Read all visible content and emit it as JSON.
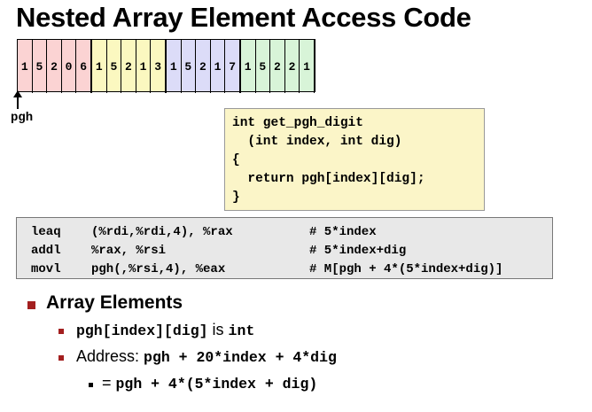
{
  "slide": {
    "title": "Nested Array Element Access Code"
  },
  "array": {
    "groups": [
      {
        "color": "#fbd3d3",
        "digits": [
          "1",
          "5",
          "2",
          "0",
          "6"
        ]
      },
      {
        "color": "#fbf8c0",
        "digits": [
          "1",
          "5",
          "2",
          "1",
          "3"
        ]
      },
      {
        "color": "#dcdcf8",
        "digits": [
          "1",
          "5",
          "2",
          "1",
          "7"
        ]
      },
      {
        "color": "#d8f4d8",
        "digits": [
          "1",
          "5",
          "2",
          "2",
          "1"
        ]
      }
    ],
    "pointer_label": "pgh"
  },
  "c_code": {
    "lines": [
      "int get_pgh_digit",
      "  (int index, int dig)",
      "{",
      "  return pgh[index][dig];",
      "}"
    ]
  },
  "assembly": {
    "rows": [
      {
        "op": "leaq",
        "args": "(%rdi,%rdi,4), %rax",
        "comment": "# 5*index"
      },
      {
        "op": "addl",
        "args": "%rax, %rsi",
        "comment": "# 5*index+dig"
      },
      {
        "op": "movl",
        "args": "pgh(,%rsi,4), %eax",
        "comment": "# M[pgh + 4*(5*index+dig)]"
      }
    ]
  },
  "notes": {
    "heading": "Array Elements",
    "line1_code": "pgh[index][dig]",
    "line1_text": " is ",
    "line1_code2": "int",
    "line2_text": "Address: ",
    "line2_code": "pgh + 20*index + 4*dig",
    "line3_text": "= ",
    "line3_code": "pgh + 4*(5*index + dig)"
  },
  "colors": {
    "bullet": "#a31f1f",
    "code_bg": "#fbf5c8",
    "asm_bg": "#e8e8e8"
  }
}
